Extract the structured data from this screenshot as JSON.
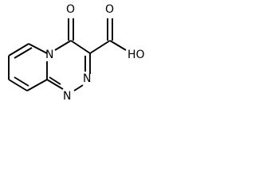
{
  "structure": {
    "atoms": {
      "o_ketone": "O",
      "n_bridge": "N",
      "n_ring_upper": "N",
      "n_ring_lower": "N",
      "o_acid": "O",
      "oh_acid": "HO"
    }
  }
}
